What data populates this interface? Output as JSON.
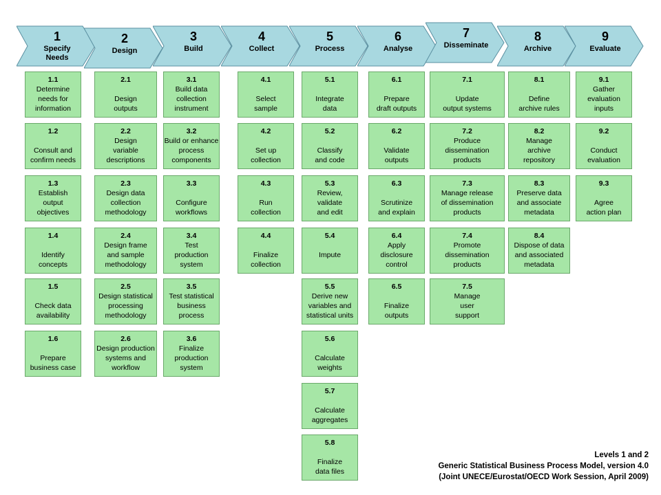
{
  "phases": [
    {
      "num": "1",
      "name": "Specify\nNeeds"
    },
    {
      "num": "2",
      "name": "Design"
    },
    {
      "num": "3",
      "name": "Build"
    },
    {
      "num": "4",
      "name": "Collect"
    },
    {
      "num": "5",
      "name": "Process"
    },
    {
      "num": "6",
      "name": "Analyse"
    },
    {
      "num": "7",
      "name": "Disseminate"
    },
    {
      "num": "8",
      "name": "Archive"
    },
    {
      "num": "9",
      "name": "Evaluate"
    }
  ],
  "subprocesses": [
    [
      {
        "code": "1.1",
        "desc": "Determine\nneeds for\ninformation"
      },
      {
        "code": "1.2",
        "desc": "\nConsult and\nconfirm needs"
      },
      {
        "code": "1.3",
        "desc": "Establish\noutput\nobjectives"
      },
      {
        "code": "1.4",
        "desc": "\nIdentify\nconcepts"
      },
      {
        "code": "1.5",
        "desc": "\nCheck data\navailability"
      },
      {
        "code": "1.6",
        "desc": "\nPrepare\nbusiness case"
      }
    ],
    [
      {
        "code": "2.1",
        "desc": "\nDesign\noutputs"
      },
      {
        "code": "2.2",
        "desc": "Design\nvariable\ndescriptions"
      },
      {
        "code": "2.3",
        "desc": "Design data\ncollection\nmethodology"
      },
      {
        "code": "2.4",
        "desc": "Design frame\nand sample\nmethodology"
      },
      {
        "code": "2.5",
        "desc": "Design statistical\nprocessing\nmethodology"
      },
      {
        "code": "2.6",
        "desc": "Design production\nsystems and\nworkflow"
      }
    ],
    [
      {
        "code": "3.1",
        "desc": "Build data\ncollection\ninstrument"
      },
      {
        "code": "3.2",
        "desc": "Build or enhance\nprocess\ncomponents"
      },
      {
        "code": "3.3",
        "desc": "\nConfigure\nworkflows"
      },
      {
        "code": "3.4",
        "desc": "Test\nproduction\nsystem"
      },
      {
        "code": "3.5",
        "desc": "Test statistical\nbusiness\nprocess"
      },
      {
        "code": "3.6",
        "desc": "Finalize\nproduction\nsystem"
      }
    ],
    [
      {
        "code": "4.1",
        "desc": "\nSelect\nsample"
      },
      {
        "code": "4.2",
        "desc": "\nSet up\ncollection"
      },
      {
        "code": "4.3",
        "desc": "\nRun\ncollection"
      },
      {
        "code": "4.4",
        "desc": "\nFinalize\ncollection"
      }
    ],
    [
      {
        "code": "5.1",
        "desc": "\nIntegrate\ndata"
      },
      {
        "code": "5.2",
        "desc": "\nClassify\nand code"
      },
      {
        "code": "5.3",
        "desc": "Review,\nvalidate\nand edit"
      },
      {
        "code": "5.4",
        "desc": "\nImpute"
      },
      {
        "code": "5.5",
        "desc": "Derive new\nvariables and\nstatistical units"
      },
      {
        "code": "5.6",
        "desc": "\nCalculate\nweights"
      },
      {
        "code": "5.7",
        "desc": "\nCalculate\naggregates"
      },
      {
        "code": "5.8",
        "desc": "\nFinalize\ndata files"
      }
    ],
    [
      {
        "code": "6.1",
        "desc": "\nPrepare\ndraft outputs"
      },
      {
        "code": "6.2",
        "desc": "\nValidate\noutputs"
      },
      {
        "code": "6.3",
        "desc": "\nScrutinize\nand explain"
      },
      {
        "code": "6.4",
        "desc": "Apply\ndisclosure\ncontrol"
      },
      {
        "code": "6.5",
        "desc": "\nFinalize\noutputs"
      }
    ],
    [
      {
        "code": "7.1",
        "desc": "\nUpdate\noutput systems"
      },
      {
        "code": "7.2",
        "desc": "Produce\ndissemination\nproducts"
      },
      {
        "code": "7.3",
        "desc": "Manage release\nof dissemination\nproducts"
      },
      {
        "code": "7.4",
        "desc": "Promote\ndissemination\nproducts"
      },
      {
        "code": "7.5",
        "desc": "Manage\nuser\nsupport"
      }
    ],
    [
      {
        "code": "8.1",
        "desc": "\nDefine\narchive rules"
      },
      {
        "code": "8.2",
        "desc": "Manage\narchive\nrepository"
      },
      {
        "code": "8.3",
        "desc": "Preserve data\nand associate\nmetadata"
      },
      {
        "code": "8.4",
        "desc": "Dispose of data\nand associated\nmetadata"
      }
    ],
    [
      {
        "code": "9.1",
        "desc": "Gather\nevaluation\ninputs"
      },
      {
        "code": "9.2",
        "desc": "\nConduct\nevaluation"
      },
      {
        "code": "9.3",
        "desc": "\nAgree\naction plan"
      }
    ]
  ],
  "caption": {
    "line1": "Levels 1 and 2",
    "line2": "Generic Statistical Business Process Model, version 4.0",
    "line3": "(Joint UNECE/Eurostat/OECD Work Session, April 2009)"
  },
  "colors": {
    "arrow": "#a8d8e0",
    "arrow_border": "#5a8fa0",
    "box": "#a6e6a6"
  }
}
